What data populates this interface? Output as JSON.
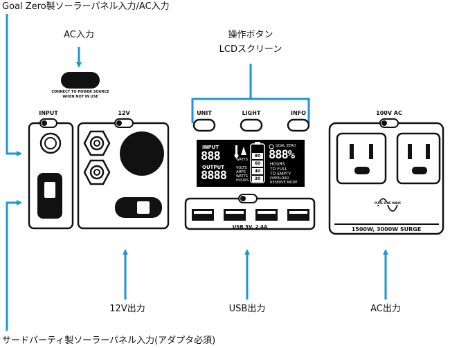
{
  "callouts": {
    "top_left": "Goal Zero製ソーラーパネル入力/AC入力",
    "ac_input": "AC入力",
    "operation_line1": "操作ボタン",
    "operation_line2": "LCDスクリーン",
    "output_12v": "12V出力",
    "output_usb": "USB出力",
    "output_ac": "AC出力",
    "bottom_left": "サードパーティ製ソーラーパネル入力(アダプタ必須)"
  },
  "panel": {
    "connect_line1": "CONNECT TO POWER SOURCE",
    "connect_line2": "WHEN NOT IN USE",
    "input_label": "INPUT",
    "v12_label": "12V",
    "buttons": [
      "UNIT",
      "LIGHT",
      "INFO"
    ],
    "usb_label": "USB 5V, 2.4A",
    "ac_label": "100V AC",
    "surge_label": "1500W, 3000W SURGE",
    "pure_sine": "PURE SINE WAVE"
  },
  "lcd": {
    "brand": "GOAL ZERO",
    "input": "INPUT",
    "input_digits": "888",
    "watts": "WATTS",
    "output": "OUTPUT",
    "output_digits": "8888",
    "volts": "VOLTS",
    "amps": "AMPS",
    "watts2": "WATTS",
    "hours": "HOURS",
    "full": "FULL",
    "levels": [
      "80",
      "60",
      "40",
      "20"
    ],
    "percent_digits": "888%",
    "hours2": "HOURS",
    "to_full": "TO FULL",
    "to_empty": "TO EMPTY",
    "overload": "OVERLOAD",
    "reserve": "RESERVE MODE"
  },
  "colors": {
    "accent": "#1a96d4",
    "panel": "#111111",
    "lcd_bg": "#000000"
  }
}
